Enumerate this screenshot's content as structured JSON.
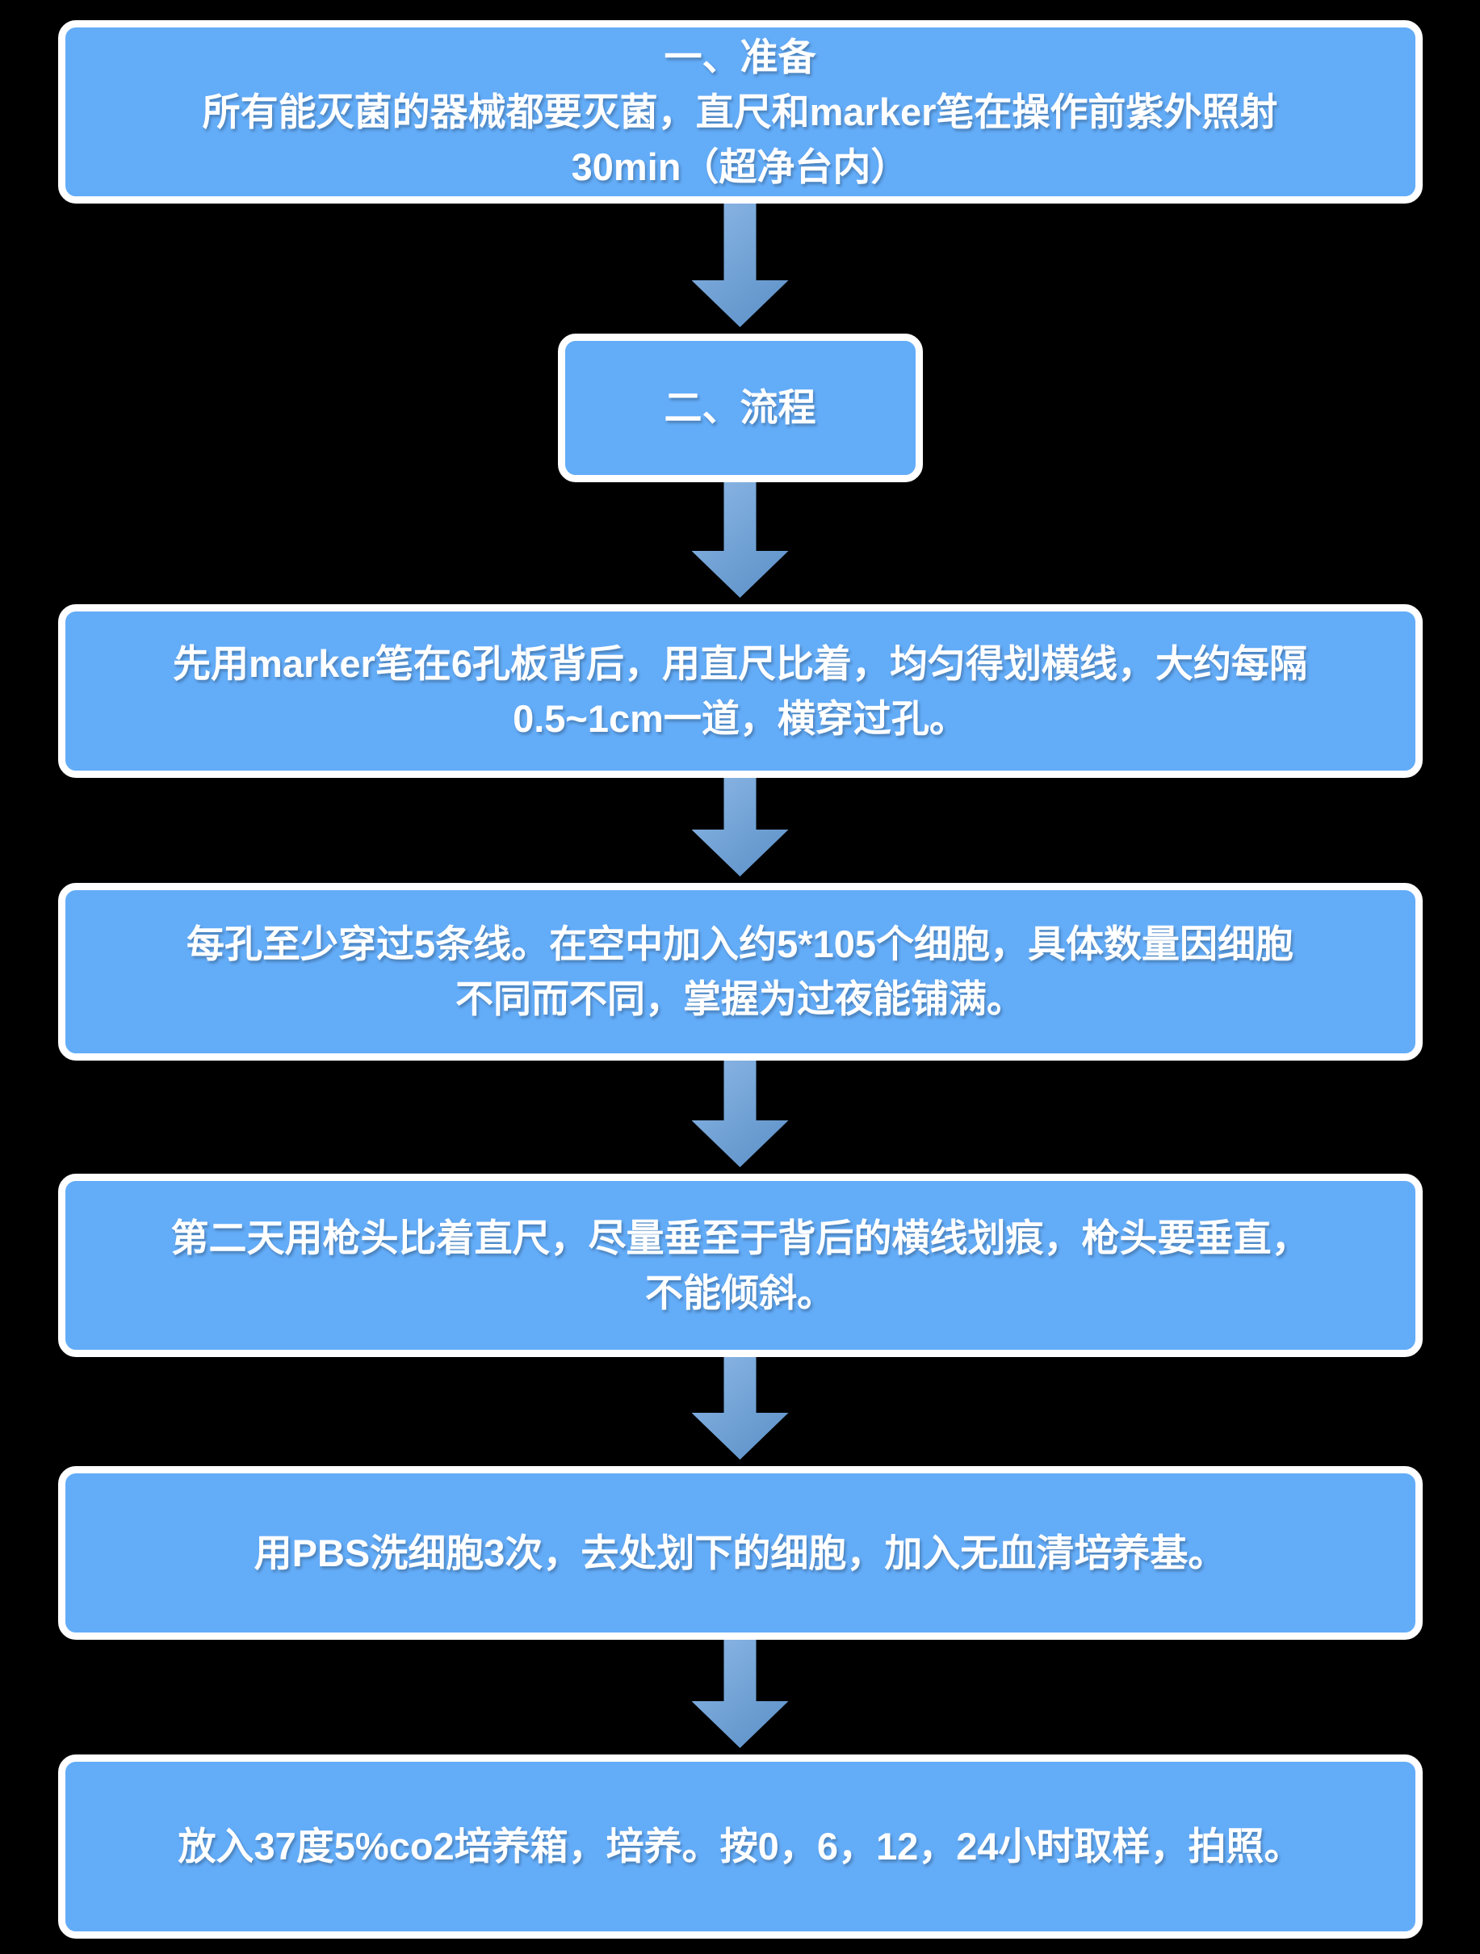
{
  "page": {
    "background": "#000000"
  },
  "flowchart": {
    "colors": {
      "background": "#000000",
      "node_fill": "#63acf8",
      "node_border": "#ffffff",
      "text": "#ffffff",
      "arrow_gradient_start": "#8cb7e6",
      "arrow_gradient_end": "#5a8fc6"
    },
    "nodes": [
      {
        "id": "step-preparation",
        "text": "一、准备\n所有能灭菌的器械都要灭菌，直尺和marker笔在操作前紫外照射\n30min（超净台内）"
      },
      {
        "id": "step-process-title",
        "text": "二、流程"
      },
      {
        "id": "step-draw-lines",
        "text": "先用marker笔在6孔板背后，用直尺比着，均匀得划横线，大约每隔\n0.5~1cm一道，横穿过孔。"
      },
      {
        "id": "step-seed-cells",
        "text": "每孔至少穿过5条线。在空中加入约5*105个细胞，具体数量因细胞\n不同而不同，掌握为过夜能铺满。"
      },
      {
        "id": "step-scratch",
        "text": "第二天用枪头比着直尺，尽量垂至于背后的横线划痕，枪头要垂直，\n不能倾斜。"
      },
      {
        "id": "step-wash",
        "text": "用PBS洗细胞3次，去处划下的细胞，加入无血清培养基。"
      },
      {
        "id": "step-incubate",
        "text": "放入37度5%co2培养箱，培养。按0，6，12，24小时取样，拍照。"
      }
    ]
  }
}
